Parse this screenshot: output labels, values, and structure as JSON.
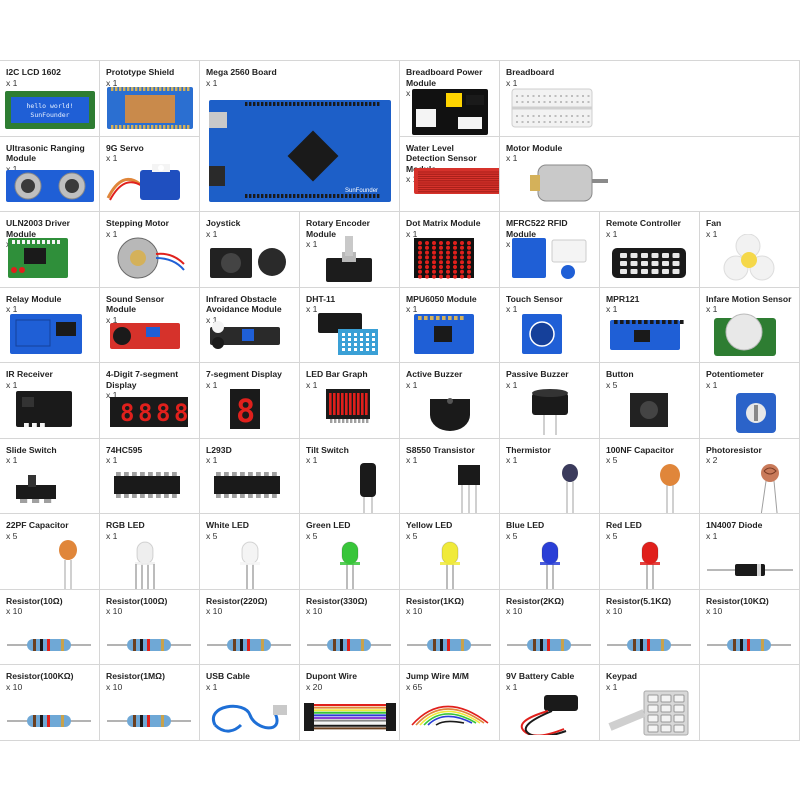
{
  "components": [
    {
      "id": "i2c-lcd-1602",
      "name": "I2C LCD 1602",
      "qty": "x 1",
      "screen_text": [
        "hello world!",
        "SunFounder"
      ],
      "color": "#1f5fd6"
    },
    {
      "id": "prototype-shield",
      "name": "Prototype Shield",
      "qty": "x 1",
      "color": "#2b6fd1"
    },
    {
      "id": "mega-2560-board",
      "name": "Mega 2560 Board",
      "qty": "x 1",
      "color": "#1d5fc8"
    },
    {
      "id": "breadboard-power-module",
      "name": "Breadboard Power Module",
      "qty": "x 1",
      "color": "#111111"
    },
    {
      "id": "breadboard",
      "name": "Breadboard",
      "qty": "x 1",
      "color": "#f2f2f2"
    },
    {
      "id": "ultrasonic-ranging-module",
      "name": "Ultrasonic Ranging Module",
      "qty": "x 1",
      "color": "#1f5fd6"
    },
    {
      "id": "9g-servo",
      "name": "9G Servo",
      "qty": "x 1",
      "color": "#1f4fbf"
    },
    {
      "id": "water-level-detection-sensor",
      "name": "Water Level Detection Sensor Module",
      "qty": "x 1",
      "color": "#d6322b"
    },
    {
      "id": "motor-module",
      "name": "Motor Module",
      "qty": "x 1",
      "color": "#c9c9c9"
    },
    {
      "id": "uln2003-driver",
      "name": "ULN2003 Driver Module",
      "qty": "x 1",
      "color": "#2f8f3a"
    },
    {
      "id": "stepping-motor",
      "name": "Stepping Motor",
      "qty": "x 1",
      "color": "#b8b8b8"
    },
    {
      "id": "joystick",
      "name": "Joystick",
      "qty": "x 1",
      "color": "#222222"
    },
    {
      "id": "rotary-encoder",
      "name": "Rotary Encoder Module",
      "qty": "x 1",
      "color": "#1c1c1c"
    },
    {
      "id": "dot-matrix",
      "name": "Dot Matrix Module",
      "qty": "x 1",
      "color": "#e0201c"
    },
    {
      "id": "mfrc522-rfid",
      "name": "MFRC522 RFID Module",
      "qty": "x 1",
      "color": "#1f5fd6"
    },
    {
      "id": "remote-controller",
      "name": "Remote Controller",
      "qty": "x 1",
      "color": "#1a1a1a"
    },
    {
      "id": "fan",
      "name": "Fan",
      "qty": "x 1",
      "color": "#f5d84a"
    },
    {
      "id": "relay-module",
      "name": "Relay Module",
      "qty": "x 1",
      "color": "#1f5fd6"
    },
    {
      "id": "sound-sensor",
      "name": "Sound Sensor Module",
      "qty": "x 1",
      "color": "#d6322b"
    },
    {
      "id": "infrared-obstacle",
      "name": "Infrared Obstacle Avoidance Module",
      "qty": "x 1",
      "color": "#2a2a2a"
    },
    {
      "id": "dht-11",
      "name": "DHT-11",
      "qty": "x 1",
      "color": "#3aa0d6"
    },
    {
      "id": "mpu6050",
      "name": "MPU6050 Module",
      "qty": "x 1",
      "color": "#1f5fd6"
    },
    {
      "id": "touch-sensor",
      "name": "Touch Sensor",
      "qty": "x 1",
      "color": "#1f5fd6"
    },
    {
      "id": "mpr121",
      "name": "MPR121",
      "qty": "x 1",
      "color": "#1f5fd6"
    },
    {
      "id": "infrared-motion-sensor",
      "name": "Infare Motion Sensor",
      "qty": "x 1",
      "color": "#e8e8e8"
    },
    {
      "id": "ir-receiver",
      "name": "IR Receiver",
      "qty": "x 1",
      "color": "#1a1a1a"
    },
    {
      "id": "4-digit-7-segment",
      "name": "4-Digit 7-segment Display",
      "qty": "x 1",
      "color": "#e0201c"
    },
    {
      "id": "7-segment-display",
      "name": "7-segment Display",
      "qty": "x 1",
      "color": "#e0201c"
    },
    {
      "id": "led-bar-graph",
      "name": "LED Bar Graph",
      "qty": "x 1",
      "color": "#e0201c"
    },
    {
      "id": "active-buzzer",
      "name": "Active Buzzer",
      "qty": "x 1",
      "color": "#1a1a1a"
    },
    {
      "id": "passive-buzzer",
      "name": "Passive Buzzer",
      "qty": "x 1",
      "color": "#1a1a1a"
    },
    {
      "id": "button",
      "name": "Button",
      "qty": "x 5",
      "color": "#222222"
    },
    {
      "id": "potentiometer",
      "name": "Potentiometer",
      "qty": "x 1",
      "color": "#2b63c9"
    },
    {
      "id": "slide-switch",
      "name": "Slide Switch",
      "qty": "x 1",
      "color": "#1a1a1a"
    },
    {
      "id": "74hc595",
      "name": "74HC595",
      "qty": "x 1",
      "color": "#1a1a1a"
    },
    {
      "id": "l293d",
      "name": "L293D",
      "qty": "x 1",
      "color": "#1a1a1a"
    },
    {
      "id": "tilt-switch",
      "name": "Tilt Switch",
      "qty": "x 1",
      "color": "#1a1a1a"
    },
    {
      "id": "s8550-transistor",
      "name": "S8550 Transistor",
      "qty": "x 1",
      "color": "#1a1a1a"
    },
    {
      "id": "thermistor",
      "name": "Thermistor",
      "qty": "x 1",
      "color": "#3b3b5c"
    },
    {
      "id": "100nf-capacitor",
      "name": "100NF Capacitor",
      "qty": "x 5",
      "color": "#e0863a"
    },
    {
      "id": "photoresistor",
      "name": "Photoresistor",
      "qty": "x 2",
      "color": "#c97a5a"
    },
    {
      "id": "22pf-capacitor",
      "name": "22PF Capacitor",
      "qty": "x 5",
      "color": "#e0863a"
    },
    {
      "id": "rgb-led",
      "name": "RGB LED",
      "qty": "x 1",
      "color": "#eeeeee"
    },
    {
      "id": "white-led",
      "name": "White LED",
      "qty": "x 5",
      "color": "#f4f4f4"
    },
    {
      "id": "green-led",
      "name": "Green LED",
      "qty": "x 5",
      "color": "#38c53a"
    },
    {
      "id": "yellow-led",
      "name": "Yellow LED",
      "qty": "x 5",
      "color": "#f0ea3a"
    },
    {
      "id": "blue-led",
      "name": "Blue LED",
      "qty": "x 5",
      "color": "#2a3fd6"
    },
    {
      "id": "red-led",
      "name": "Red LED",
      "qty": "x 5",
      "color": "#e0201c"
    },
    {
      "id": "1n4007-diode",
      "name": "1N4007 Diode",
      "qty": "x 1",
      "color": "#1a1a1a"
    },
    {
      "id": "resistor-10",
      "name": "Resistor(10Ω)",
      "qty": "x 10",
      "color": "#6fa8d6"
    },
    {
      "id": "resistor-100",
      "name": "Resistor(100Ω)",
      "qty": "x 10",
      "color": "#6fa8d6"
    },
    {
      "id": "resistor-220",
      "name": "Resistor(220Ω)",
      "qty": "x 10",
      "color": "#6fa8d6"
    },
    {
      "id": "resistor-330",
      "name": "Resistor(330Ω)",
      "qty": "x 10",
      "color": "#6fa8d6"
    },
    {
      "id": "resistor-1k",
      "name": "Resistor(1KΩ)",
      "qty": "x 10",
      "color": "#6fa8d6"
    },
    {
      "id": "resistor-2k",
      "name": "Resistor(2KΩ)",
      "qty": "x 10",
      "color": "#6fa8d6"
    },
    {
      "id": "resistor-5-1k",
      "name": "Resistor(5.1KΩ)",
      "qty": "x 10",
      "color": "#6fa8d6"
    },
    {
      "id": "resistor-10k",
      "name": "Resistor(10KΩ)",
      "qty": "x 10",
      "color": "#6fa8d6"
    },
    {
      "id": "resistor-100k",
      "name": "Resistor(100KΩ)",
      "qty": "x 10",
      "color": "#6fa8d6"
    },
    {
      "id": "resistor-1m",
      "name": "Resistor(1MΩ)",
      "qty": "x 10",
      "color": "#6fa8d6"
    },
    {
      "id": "usb-cable",
      "name": "USB Cable",
      "qty": "x 1",
      "color": "#1e6fd6"
    },
    {
      "id": "dupont-wire",
      "name": "Dupont Wire",
      "qty": "x 20",
      "color": "#e0863a"
    },
    {
      "id": "jump-wire",
      "name": "Jump Wire M/M",
      "qty": "x 65",
      "color": "#1a1a1a"
    },
    {
      "id": "9v-battery-cable",
      "name": "9V Battery Cable",
      "qty": "x 1",
      "color": "#1a1a1a"
    },
    {
      "id": "keypad",
      "name": "Keypad",
      "qty": "x 1",
      "color": "#d8d8d8"
    }
  ]
}
